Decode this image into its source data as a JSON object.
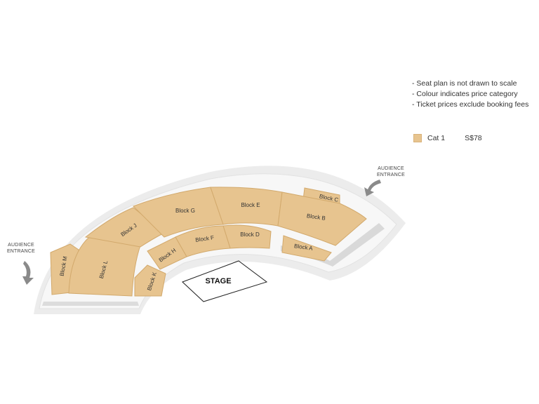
{
  "notes": [
    "- Seat plan is not drawn to scale",
    "- Colour indicates price category",
    "- Ticket prices exclude booking fees"
  ],
  "legend": {
    "category": "Cat 1",
    "price": "S$78",
    "color": "#e7c48f"
  },
  "entrances": {
    "left": [
      "AUDIENCE",
      "ENTRANCE"
    ],
    "right": [
      "AUDIENCE",
      "ENTRANCE"
    ]
  },
  "stage_label": "STAGE",
  "blocks": {
    "a": "Block A",
    "b": "Block B",
    "c": "Block C",
    "d": "Block D",
    "e": "Block E",
    "f": "Block F",
    "g": "Block G",
    "h": "Block H",
    "j": "Block J",
    "k": "Block K",
    "l": "Block L",
    "m": "Block M"
  },
  "colors": {
    "seat_fill": "#e7c48f",
    "seat_stroke": "#d2a96c",
    "floor": "#f3f3f3",
    "floor_shadow": "#d9d9d9"
  }
}
